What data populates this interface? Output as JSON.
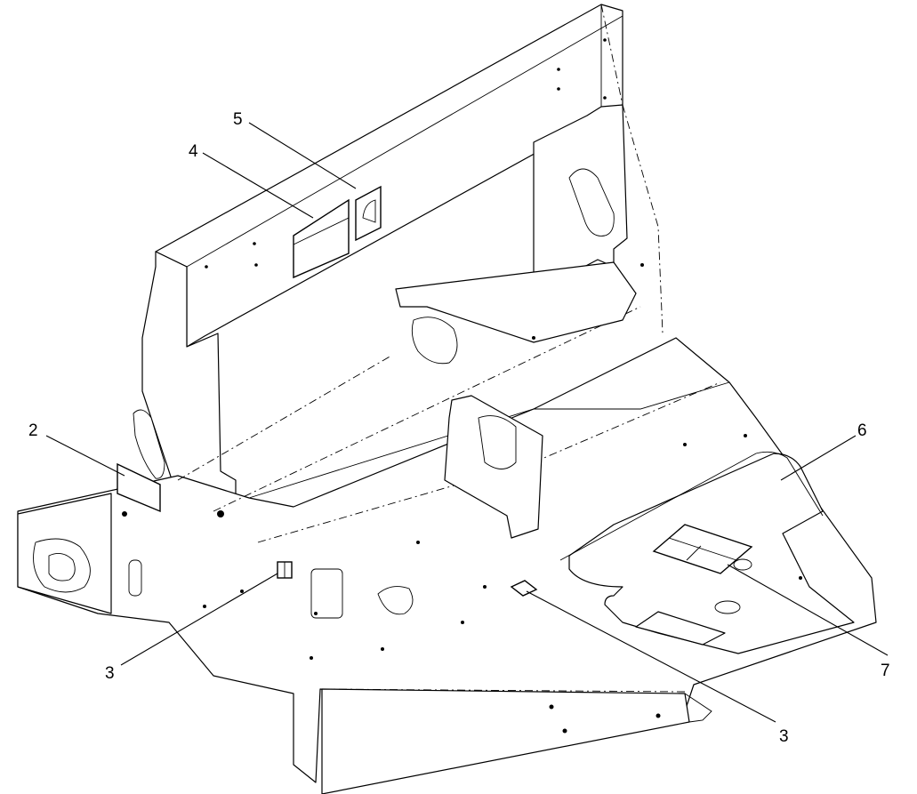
{
  "diagram": {
    "callouts": [
      {
        "id": "c2",
        "label": "2"
      },
      {
        "id": "c3a",
        "label": "3"
      },
      {
        "id": "c3b",
        "label": "3"
      },
      {
        "id": "c4",
        "label": "4"
      },
      {
        "id": "c5",
        "label": "5"
      },
      {
        "id": "c6",
        "label": "6"
      },
      {
        "id": "c7",
        "label": "7"
      }
    ]
  }
}
